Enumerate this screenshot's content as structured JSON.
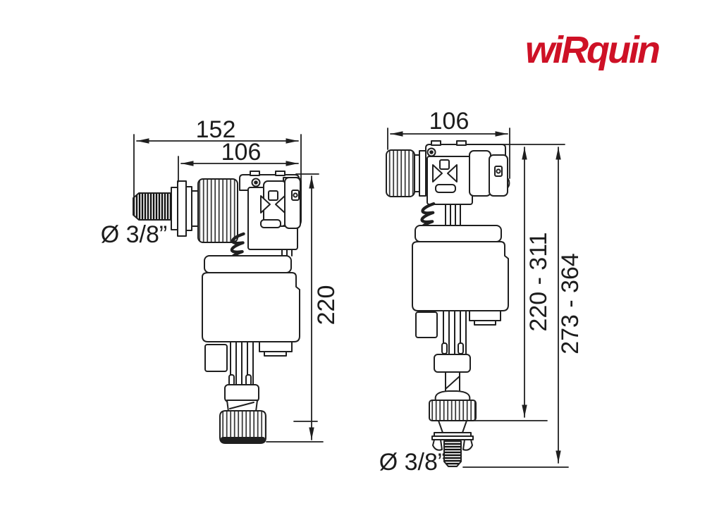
{
  "brand": {
    "logo_text": "wiRquin",
    "logo_color": "#CE1126"
  },
  "left_valve": {
    "dim_overall_width": "152",
    "dim_body_width": "106",
    "dim_inlet_diameter": "Ø 3/8”",
    "dim_overall_height": "220"
  },
  "right_valve": {
    "dim_body_width": "106",
    "dim_height_to_nut": "220 - 311",
    "dim_overall_height": "273 - 364",
    "dim_inlet_diameter": "Ø 3/8”"
  },
  "drawing": {
    "line_color": "#1f1f1f",
    "background_color": "#ffffff"
  }
}
